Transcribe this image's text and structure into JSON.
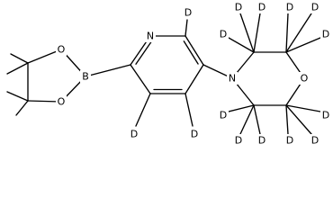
{
  "molecule": {
    "atoms": {
      "pyridine_n": "N",
      "boron": "B",
      "boronate_o1": "O",
      "boronate_o2": "O",
      "morpholine_n": "N",
      "morpholine_o": "O",
      "deuterium": "D"
    },
    "colors": {
      "bond": "#000000",
      "label": "#000000",
      "background": "#ffffff"
    }
  }
}
